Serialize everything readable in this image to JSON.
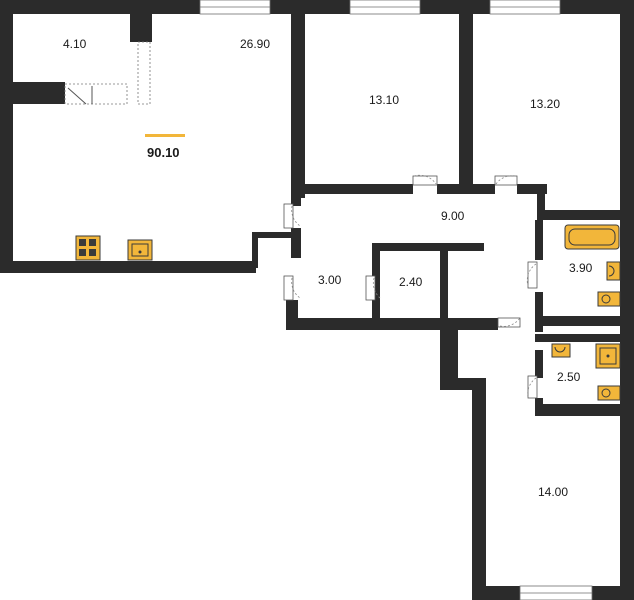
{
  "plan": {
    "total_area": "90.10",
    "accent_color": "#f2b63a",
    "wall_color": "#2b2b2b",
    "rooms": [
      {
        "id": "storage",
        "area": "4.10"
      },
      {
        "id": "living-kitchen",
        "area": "26.90"
      },
      {
        "id": "bedroom-1",
        "area": "13.10"
      },
      {
        "id": "bedroom-2",
        "area": "13.20"
      },
      {
        "id": "hall",
        "area": "9.00"
      },
      {
        "id": "entrance",
        "area": "3.00"
      },
      {
        "id": "closet",
        "area": "2.40"
      },
      {
        "id": "bathroom",
        "area": "3.90"
      },
      {
        "id": "toilet",
        "area": "2.50"
      },
      {
        "id": "bedroom-3",
        "area": "14.00"
      }
    ],
    "icons": [
      "stove-icon",
      "kitchen-sink-icon",
      "bathtub-icon",
      "washbasin-icon",
      "toilet-icon",
      "shower-icon",
      "door-icon",
      "window-icon"
    ]
  }
}
